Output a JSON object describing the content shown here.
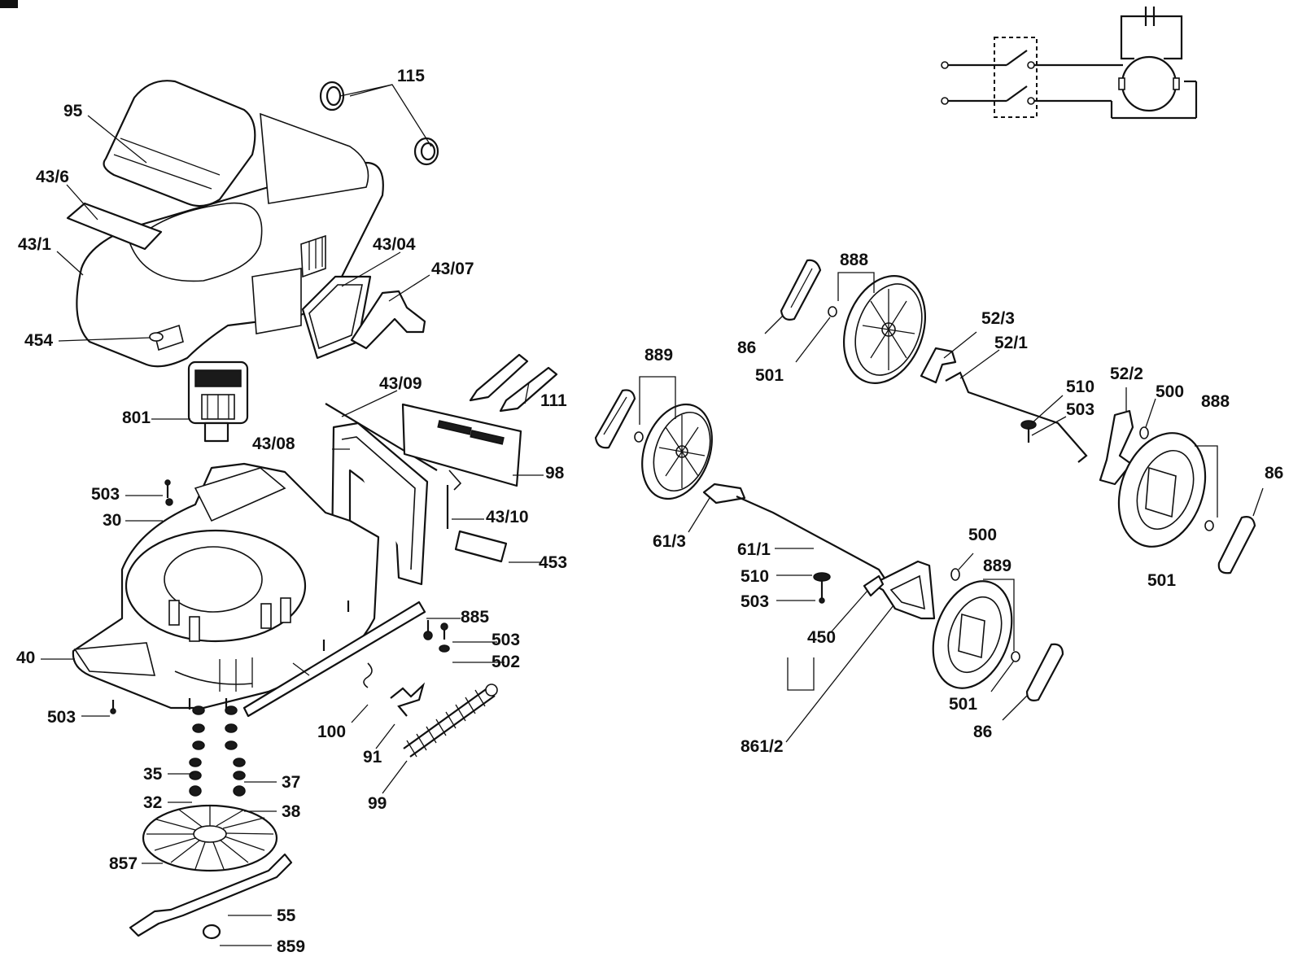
{
  "labels": {
    "l115": "115",
    "l95": "95",
    "l43_6": "43/6",
    "l43_1": "43/1",
    "l454": "454",
    "l43_04": "43/04",
    "l43_07": "43/07",
    "l801": "801",
    "l43_09": "43/09",
    "l111": "111",
    "l43_08": "43/08",
    "l98": "98",
    "l503a": "503",
    "l30": "30",
    "l43_10": "43/10",
    "l453": "453",
    "l885": "885",
    "l40": "40",
    "l503b": "503",
    "l502": "502",
    "l503c": "503",
    "l100": "100",
    "l91": "91",
    "l35": "35",
    "l37": "37",
    "l32": "32",
    "l38": "38",
    "l99": "99",
    "l857": "857",
    "l55": "55",
    "l859": "859",
    "l888a": "888",
    "l86a": "86",
    "l501a": "501",
    "l52_3": "52/3",
    "l52_1": "52/1",
    "l889a": "889",
    "l510a": "510",
    "l503d": "503",
    "l52_2": "52/2",
    "l500a": "500",
    "l888b": "888",
    "l86b": "86",
    "l61_3": "61/3",
    "l61_1": "61/1",
    "l500b": "500",
    "l889b": "889",
    "l510b": "510",
    "l503e": "503",
    "l501b": "501",
    "l450": "450",
    "l501c": "501",
    "l86c": "86",
    "l861_2": "861/2"
  }
}
